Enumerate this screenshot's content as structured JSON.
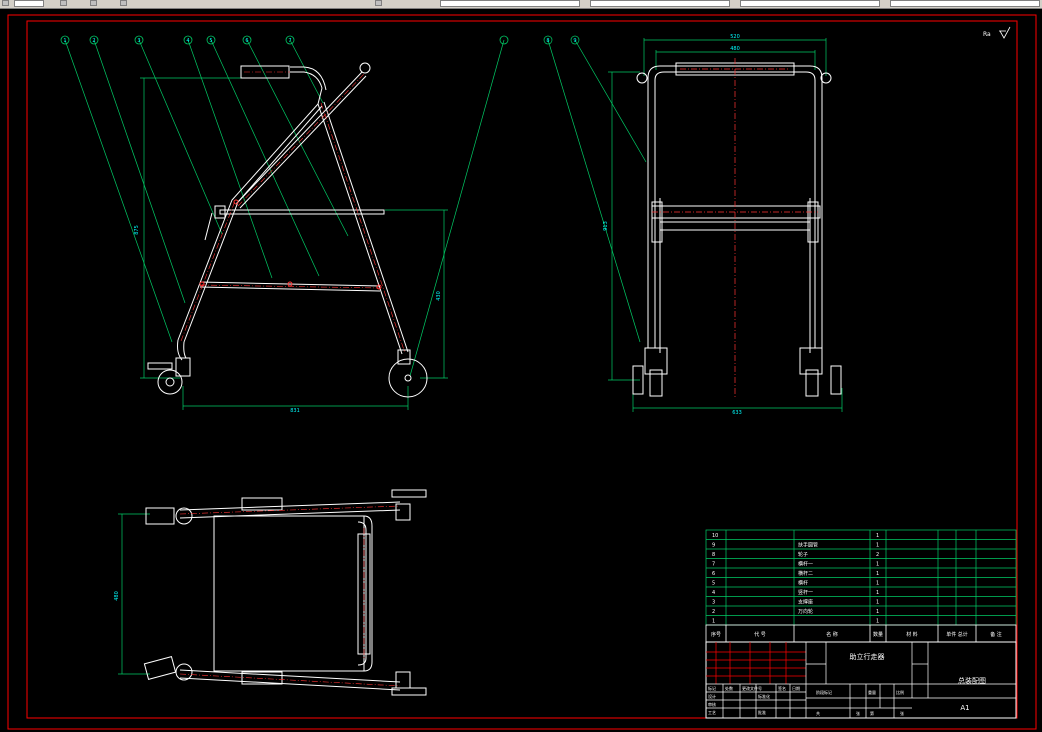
{
  "toolbar": {
    "visible": true
  },
  "sheet": {
    "frame_color": "#ff0000",
    "line_color": "#ffffff",
    "leader_color": "#00ff00",
    "dim_color": "#00cc66",
    "center_color": "#ff3333"
  },
  "corner_mark": "Ra",
  "balloons_side": [
    "1",
    "2",
    "3",
    "4",
    "5",
    "6",
    "7"
  ],
  "balloons_front": [
    "8",
    "9",
    "10"
  ],
  "dims": {
    "side_width": "831",
    "side_height": "875",
    "side_height2": "430",
    "front_top_outer": "520",
    "front_top_inner": "480",
    "front_height": "913",
    "front_bottom": "633",
    "top_depth": "480"
  },
  "bom": {
    "rows": [
      {
        "no": "10",
        "name": "",
        "code": "",
        "qty": "1"
      },
      {
        "no": "9",
        "name": "扶手圆管",
        "code": "",
        "qty": "1"
      },
      {
        "no": "8",
        "name": "轮子",
        "code": "",
        "qty": "2"
      },
      {
        "no": "7",
        "name": "横杆一",
        "code": "",
        "qty": "1"
      },
      {
        "no": "6",
        "name": "横杆二",
        "code": "",
        "qty": "1"
      },
      {
        "no": "5",
        "name": "横杆",
        "code": "",
        "qty": "1"
      },
      {
        "no": "4",
        "name": "竖杆一",
        "code": "",
        "qty": "1"
      },
      {
        "no": "3",
        "name": "支撑座",
        "code": "",
        "qty": "1"
      },
      {
        "no": "2",
        "name": "万向轮",
        "code": "",
        "qty": "1"
      },
      {
        "no": "1",
        "name": "",
        "code": "",
        "qty": "1"
      }
    ],
    "header": {
      "no": "序号",
      "code": "代 号",
      "name": "名 称",
      "qty": "数量",
      "material": "材 料",
      "weight": "单件 总计",
      "remark": "备 注"
    }
  },
  "title_block": {
    "product": "助立行走器",
    "drawing": "总装配图",
    "size": "A1",
    "labels": [
      "标记",
      "处数",
      "更改文件号",
      "签名",
      "日期",
      "设计",
      "标准化",
      "审核",
      "工艺",
      "批准",
      "阶段标记",
      "重量",
      "比例",
      "共",
      "张",
      "第",
      "张"
    ]
  }
}
